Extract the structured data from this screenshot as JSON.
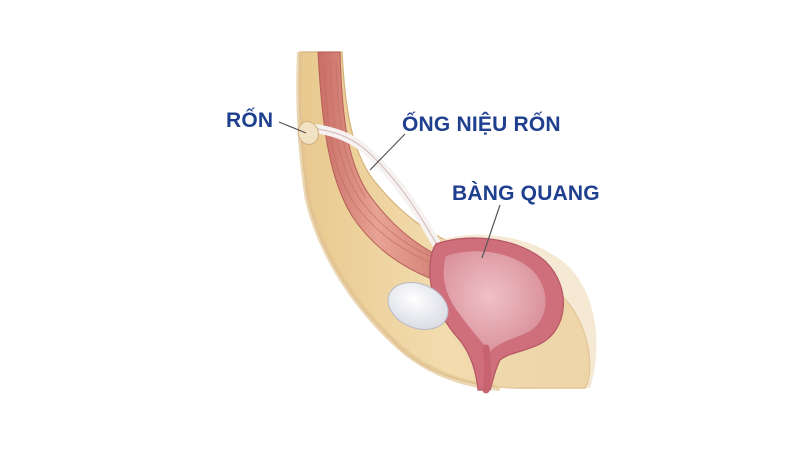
{
  "labels": {
    "umbilicus": "RỐN",
    "urachus": "ỐNG NIỆU RỐN",
    "bladder": "BÀNG QUANG"
  },
  "colors": {
    "label_text": "#1f3f8f",
    "skin": "#f3dfb8",
    "fat": "#ecd09b",
    "muscle": "#d98a80",
    "urachus_tube": "#f4f0f0",
    "bladder_wall": "#d67b86",
    "bladder_lumen": "#e7aab3",
    "ovoid_structure": "#f5f5f8",
    "leader_line": "#555555"
  }
}
